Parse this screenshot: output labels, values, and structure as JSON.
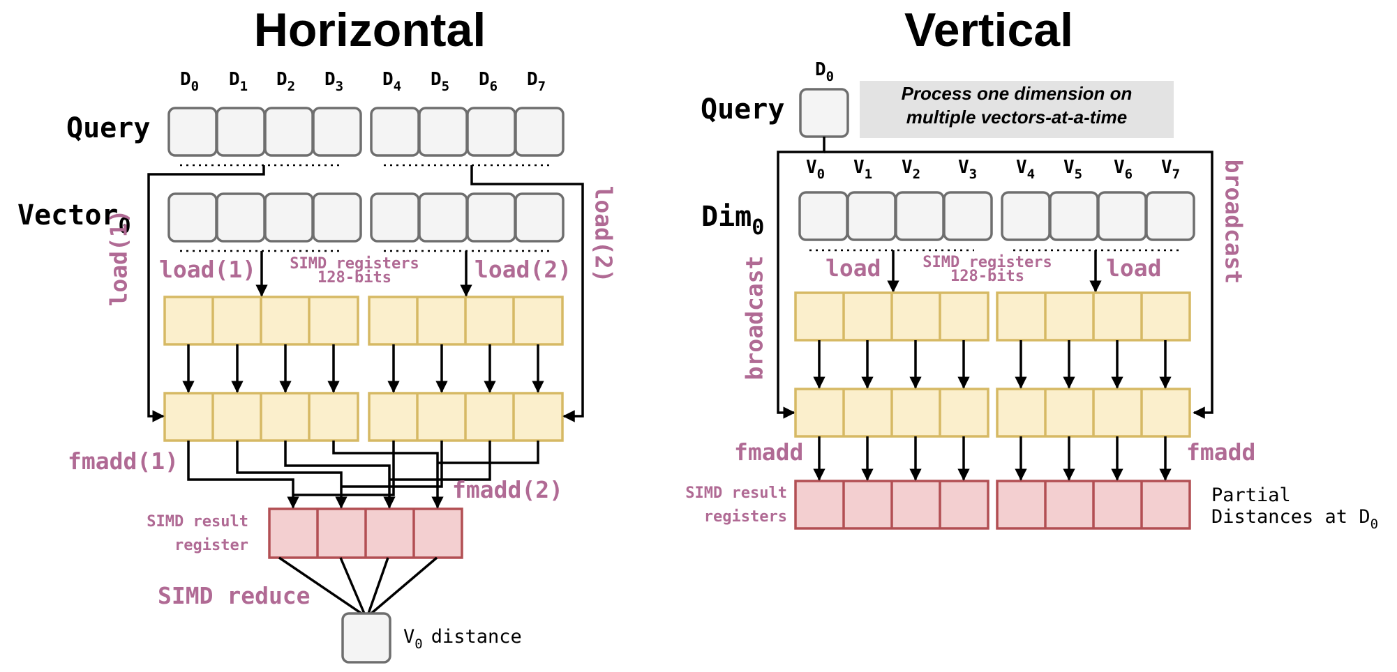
{
  "horizontal": {
    "title": "Horizontal",
    "query_label": "Query",
    "vector_label": "Vector",
    "vector_sub": "0",
    "dims": [
      {
        "base": "D",
        "sub": "0"
      },
      {
        "base": "D",
        "sub": "1"
      },
      {
        "base": "D",
        "sub": "2"
      },
      {
        "base": "D",
        "sub": "3"
      },
      {
        "base": "D",
        "sub": "4"
      },
      {
        "base": "D",
        "sub": "5"
      },
      {
        "base": "D",
        "sub": "6"
      },
      {
        "base": "D",
        "sub": "7"
      }
    ],
    "load1_inline": "load(1)",
    "load2_inline": "load(2)",
    "load1_vertical": "load(1)",
    "load2_vertical": "load(2)",
    "simd_registers_line1": "SIMD registers",
    "simd_registers_line2": "128-bits",
    "fmadd1": "fmadd(1)",
    "fmadd2": "fmadd(2)",
    "result_line1": "SIMD result",
    "result_line2": "register",
    "reduce": "SIMD reduce",
    "distance_base": "V",
    "distance_sub": "0",
    "distance_text": "distance"
  },
  "vertical": {
    "title": "Vertical",
    "query_label": "Query",
    "query_dim": {
      "base": "D",
      "sub": "0"
    },
    "note_line1": "Process one dimension on",
    "note_line2": "multiple vectors-at-a-time",
    "dim_label": "Dim",
    "dim_sub": "0",
    "vectors": [
      {
        "base": "V",
        "sub": "0"
      },
      {
        "base": "V",
        "sub": "1"
      },
      {
        "base": "V",
        "sub": "2"
      },
      {
        "base": "V",
        "sub": "3"
      },
      {
        "base": "V",
        "sub": "4"
      },
      {
        "base": "V",
        "sub": "5"
      },
      {
        "base": "V",
        "sub": "6"
      },
      {
        "base": "V",
        "sub": "7"
      }
    ],
    "broadcast_left": "broadcast",
    "broadcast_right": "broadcast",
    "load_left": "load",
    "load_right": "load",
    "simd_registers_line1": "SIMD registers",
    "simd_registers_line2": "128-bits",
    "fmadd_left": "fmadd",
    "fmadd_right": "fmadd",
    "result_line1": "SIMD result",
    "result_line2": "registers",
    "partial_line1": "Partial",
    "partial_line2_text": "Distances at D",
    "partial_line2_sub": "0"
  }
}
